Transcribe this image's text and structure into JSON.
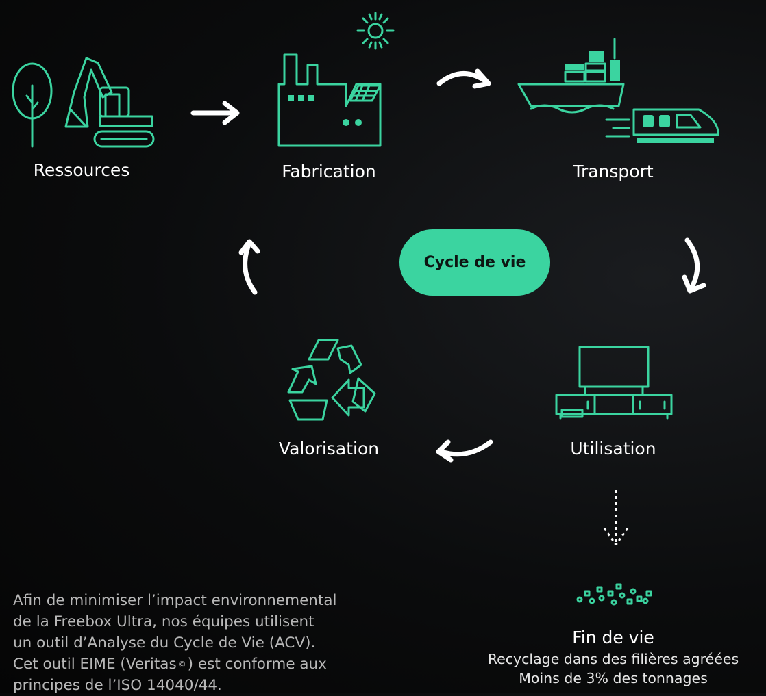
{
  "stages": {
    "ressources": "Ressources",
    "fabrication": "Fabrication",
    "transport": "Transport",
    "utilisation": "Utilisation",
    "valorisation": "Valorisation"
  },
  "center_label": "Cycle de vie",
  "intro_lines": [
    "Afin de minimiser l’impact environnemental",
    "de la Freebox Ultra, nos équipes utilisent",
    "un outil d’Analyse du Cycle de Vie (ACV).",
    "Cet outil EIME (Veritas",
    ") est conforme aux",
    "principes de l’ISO 14040/44."
  ],
  "copyright_symbol": "©",
  "end_of_life": {
    "title": "Fin de vie",
    "line1": "Recyclage dans des filières agréées",
    "line2": "Moins de 3% des tonnages"
  },
  "colors": {
    "accent": "#3bd4a0",
    "text": "#ffffff",
    "muted": "#b8b8b8",
    "background": "#0b0c0d"
  },
  "icons": [
    "tree-icon",
    "excavator-icon",
    "sun-icon",
    "factory-icon",
    "ship-icon",
    "train-icon",
    "tv-cabinet-icon",
    "recycle-icon",
    "debris-icon"
  ]
}
